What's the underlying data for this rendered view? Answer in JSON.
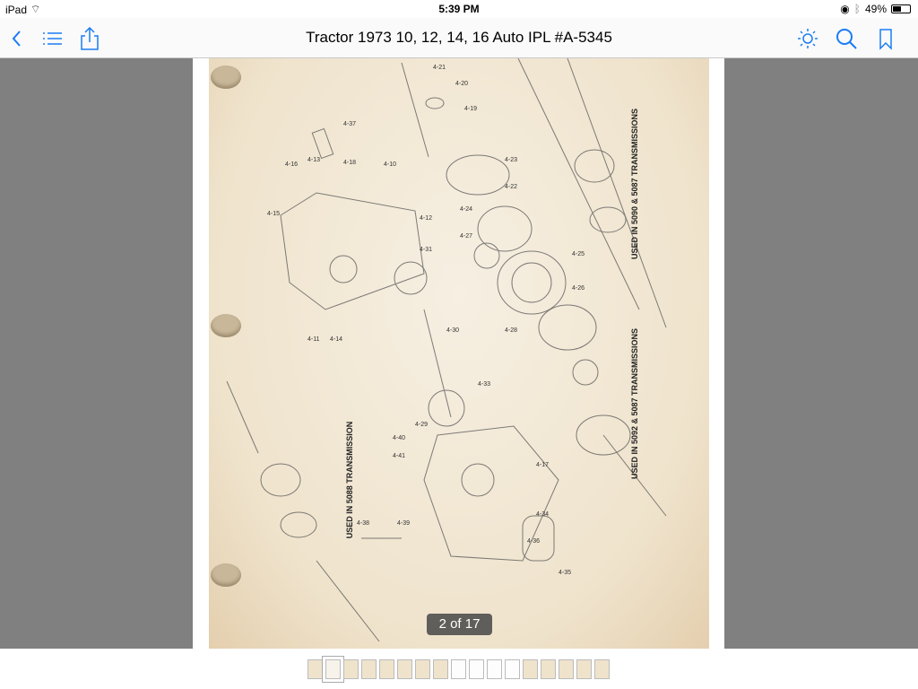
{
  "status_bar": {
    "device": "iPad",
    "time": "5:39 PM",
    "battery": "49%",
    "battery_level": 0.49
  },
  "toolbar": {
    "title": "Tractor 1973 10, 12, 14, 16 Auto IPL #A-5345"
  },
  "document": {
    "part_labels": [
      "4-21",
      "4-20",
      "4-19",
      "4-37",
      "4-16",
      "4-13",
      "4-18",
      "4-10",
      "4-15",
      "4-12",
      "4-31",
      "4-11",
      "4-14",
      "4-23",
      "4-22",
      "4-24",
      "4-27",
      "4-25",
      "4-26",
      "4-28",
      "4-30",
      "4-33",
      "4-29",
      "4-40",
      "4-41",
      "4-17",
      "4-34",
      "4-36",
      "4-35",
      "4-39",
      "4-38"
    ],
    "notes": [
      "USED IN 5090 & 5087 TRANSMISSIONS",
      "USED IN 5092 & 5087 TRANSMISSIONS",
      "USED IN 5088 TRANSMISSION"
    ]
  },
  "pager": {
    "current": 2,
    "total": 17,
    "label": "2 of 17"
  },
  "thumbnails": {
    "count": 17,
    "selected": 2
  }
}
